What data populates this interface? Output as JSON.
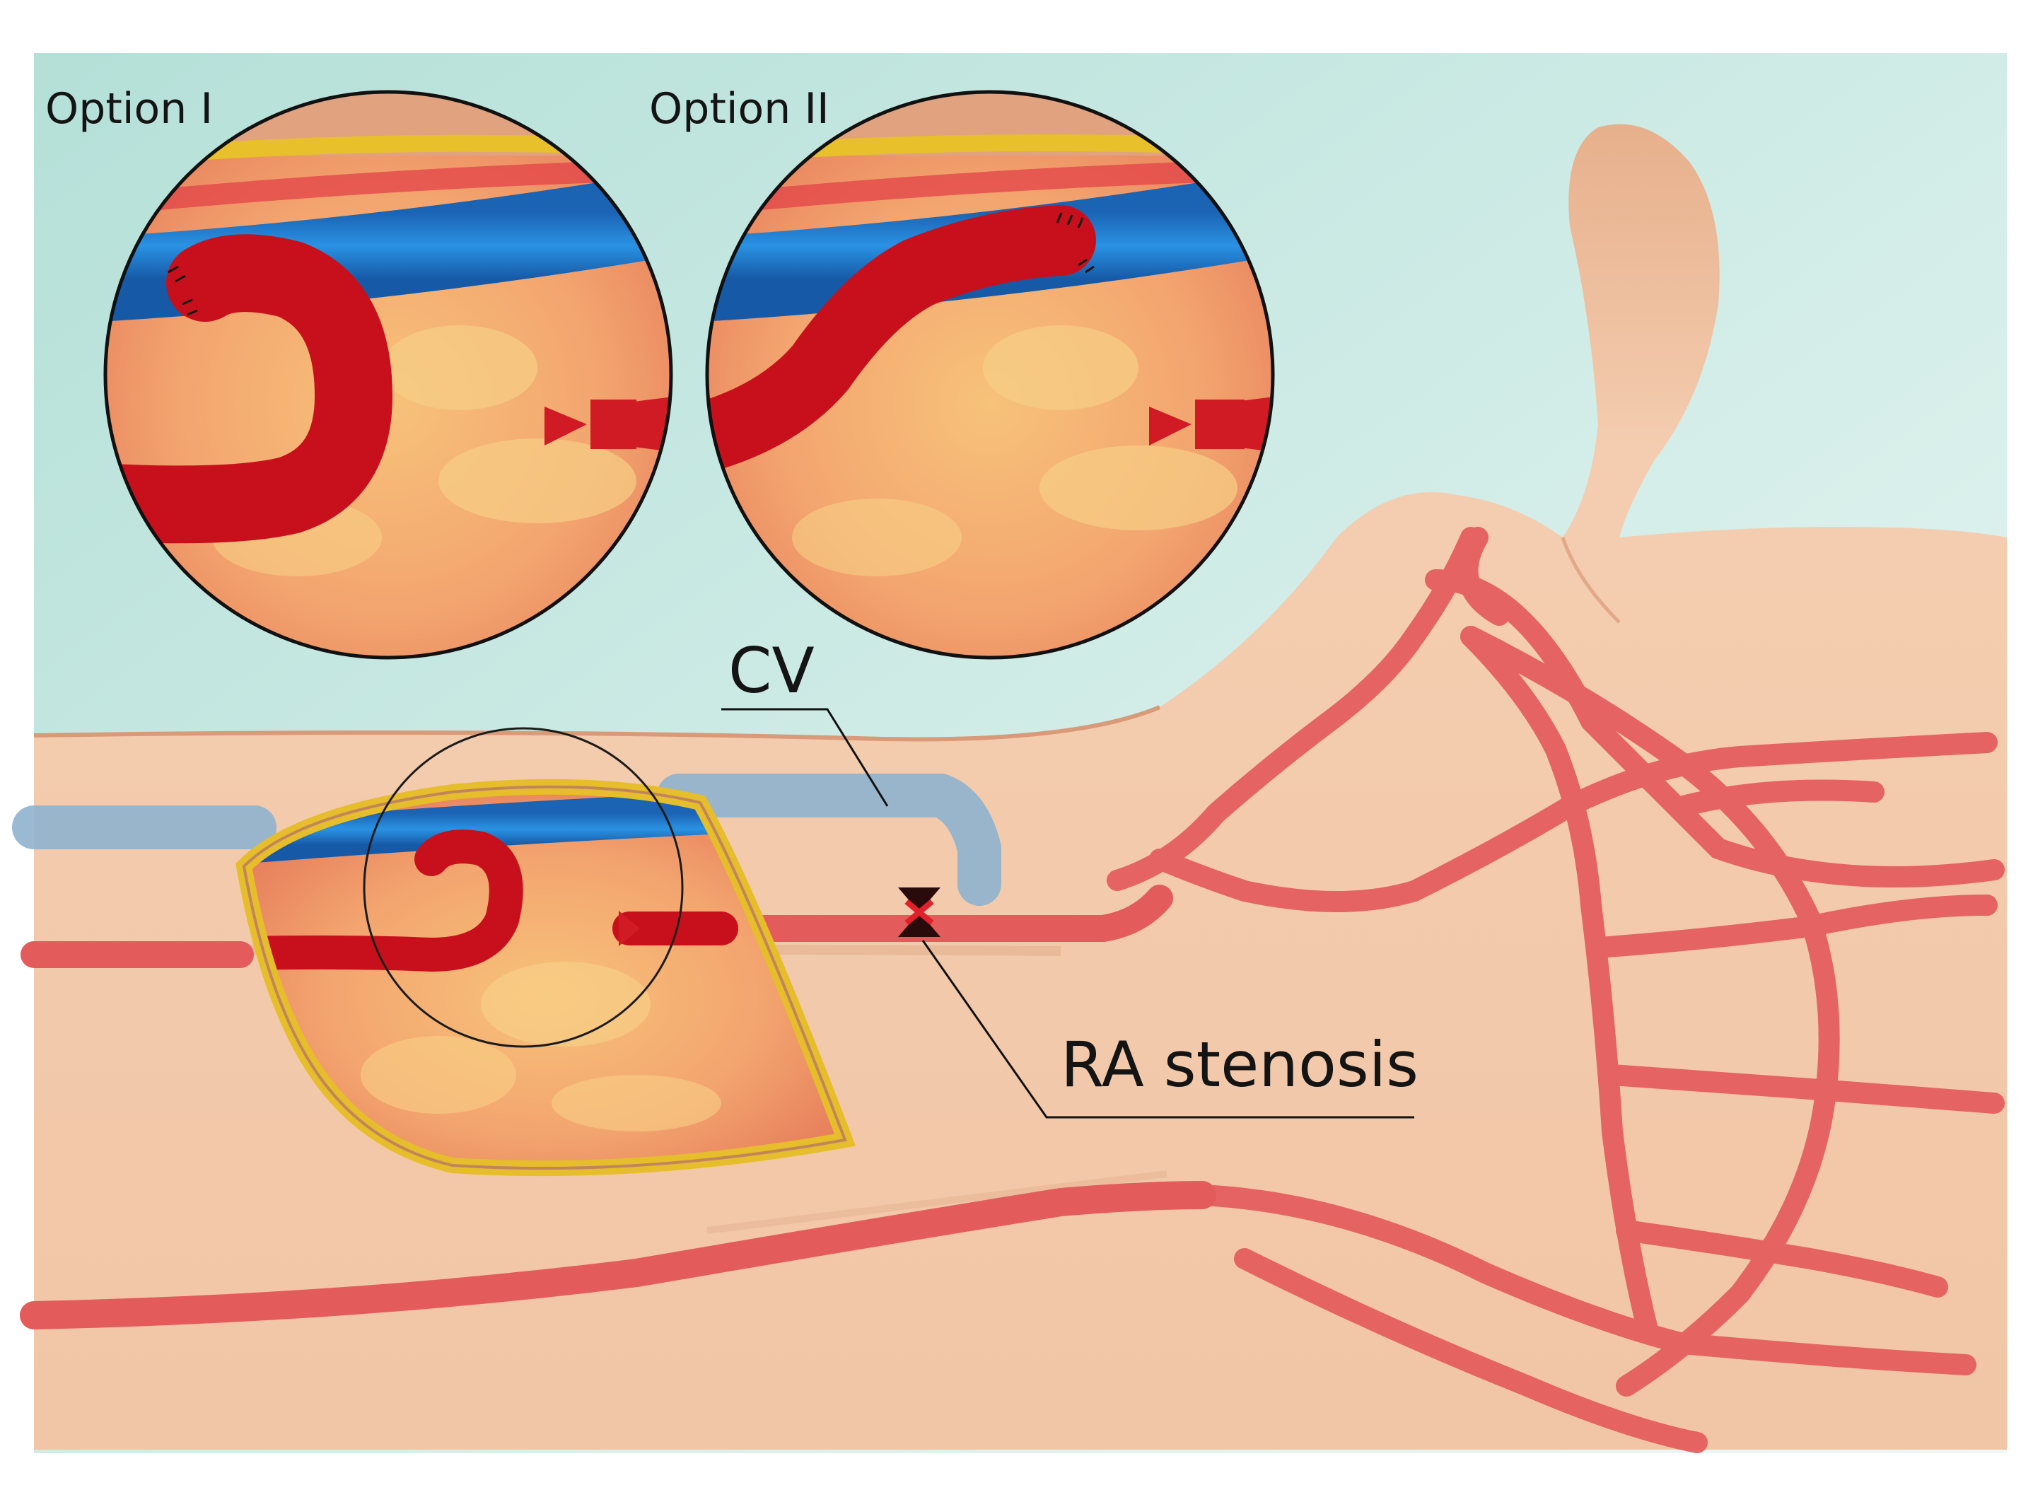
{
  "labels": {
    "option_1": "Option I",
    "option_2": "Option II",
    "cephalic_vein": "CV",
    "stenosis": "RA stenosis"
  },
  "colors": {
    "background_top": "#bfe3dc",
    "background_bottom": "#e9f6f3",
    "skin": "#f2c9a8",
    "skin_dark": "#e2ad8a",
    "artery": "#e5585a",
    "artery_deep": "#c8101c",
    "vein": "#1f7ed0",
    "vein_faded": "#8fb3cf",
    "fat_rim": "#e8bf2a",
    "tissue": "#f4a77a"
  },
  "icons": [
    "forearm-illustration",
    "hand-illustration",
    "zoom-circle",
    "ligature-clip",
    "suture-marks",
    "stenosis-marker"
  ]
}
